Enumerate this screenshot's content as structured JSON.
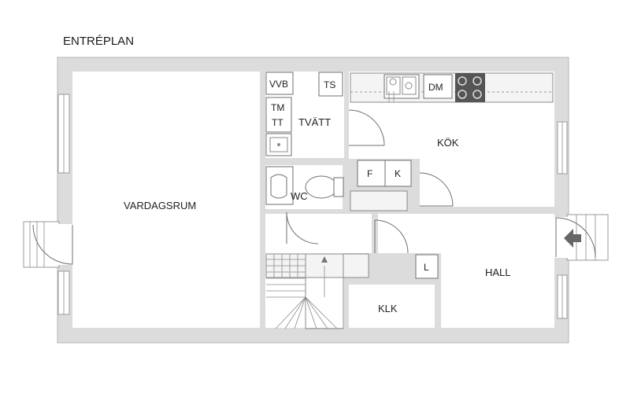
{
  "plan_title": "ENTRÉPLAN",
  "rooms": {
    "living": "VARDAGSRUM",
    "laundry": "TVÄTT",
    "kitchen": "KÖK",
    "wc": "WC",
    "hall": "HALL",
    "closet": "KLK"
  },
  "fixtures": {
    "water_heater": "VVB",
    "drying_cabinet": "TS",
    "washer": "TM",
    "dryer": "TT",
    "dishwasher": "DM",
    "fridge": "K",
    "freezer": "F",
    "wardrobe": "L"
  },
  "colors": {
    "wall_fill": "#dcdcdc",
    "wall_edge": "#b4b4b4",
    "line": "#6f6f6f",
    "stove": "#555555",
    "entrance_arrow": "#666666"
  }
}
